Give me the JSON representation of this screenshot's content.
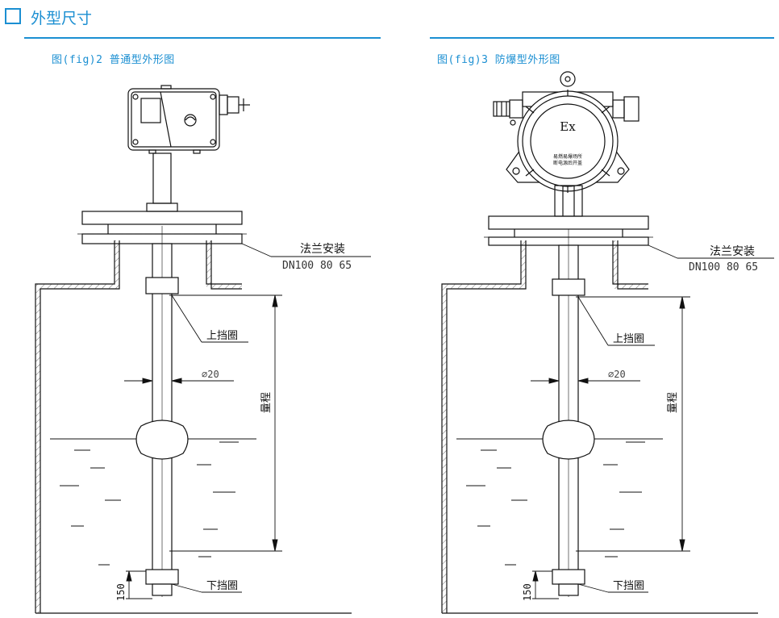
{
  "header": {
    "title": "外型尺寸",
    "accent_color": "#1b8fd2"
  },
  "figures": [
    {
      "caption": "图(fig)2  普通型外形图",
      "labels": {
        "flange": "法兰安装",
        "flange_sizes": "DN100  80  65",
        "upper_ring": "上挡圈",
        "lower_ring": "下挡圈",
        "range": "量程",
        "diameter": "⌀20",
        "bottom_dim": "150"
      }
    },
    {
      "caption": "图(fig)3  防爆型外形图",
      "labels": {
        "flange": "法兰安装",
        "flange_sizes": "DN100  80  65",
        "upper_ring": "上挡圈",
        "lower_ring": "下挡圈",
        "range": "量程",
        "diameter": "⌀20",
        "bottom_dim": "150"
      },
      "housing": {
        "ex_mark": "Ex",
        "warning_line1": "易燃易爆场所",
        "warning_line2": "断电源后开盖"
      }
    }
  ]
}
